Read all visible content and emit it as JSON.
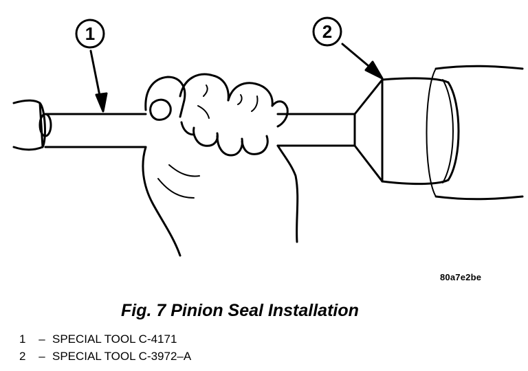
{
  "callouts": [
    {
      "number": "1"
    },
    {
      "number": "2"
    }
  ],
  "figure_id": "80a7e2be",
  "caption": "Fig. 7 Pinion Seal Installation",
  "legend": [
    {
      "number": "1",
      "separator": "–",
      "text": "SPECIAL TOOL C-4171"
    },
    {
      "number": "2",
      "separator": "–",
      "text": "SPECIAL TOOL C-3972–A"
    }
  ]
}
